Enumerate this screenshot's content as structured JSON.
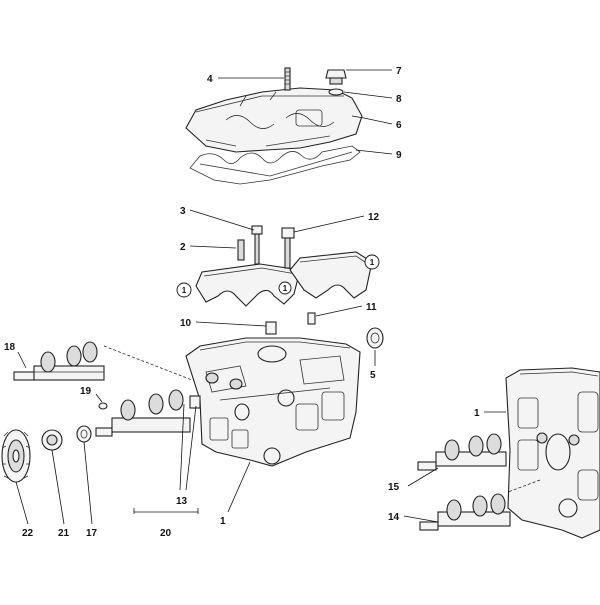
{
  "callouts": {
    "c1a": "1",
    "c1b": "1",
    "c2": "2",
    "c3": "3",
    "c4": "4",
    "c5": "5",
    "c6": "6",
    "c7": "7",
    "c8": "8",
    "c9": "9",
    "c10": "10",
    "c11": "11",
    "c12": "12",
    "c13": "13",
    "c14": "14",
    "c15": "15",
    "c17": "17",
    "c18": "18",
    "c19": "19",
    "c20": "20",
    "c21": "21",
    "c22": "22"
  },
  "refs": {
    "r1a": "1",
    "r1b": "1",
    "r1c": "1"
  }
}
